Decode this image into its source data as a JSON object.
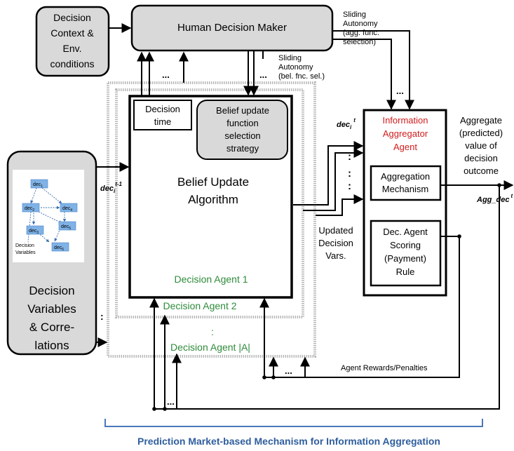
{
  "boxes": {
    "context": [
      "Decision",
      "Context &",
      "Env.",
      "conditions"
    ],
    "human": "Human Decision Maker",
    "decision_time": [
      "Decision",
      "time"
    ],
    "belief_strategy": [
      "Belief update",
      "function",
      "selection",
      "strategy"
    ],
    "belief_algorithm": [
      "Belief Update",
      "Algorithm"
    ],
    "decision_vars": [
      "Decision",
      "Variables",
      "& Corre-",
      "lations"
    ],
    "info_agg": [
      "Information",
      "Aggregator",
      "Agent"
    ],
    "agg_mech": [
      "Aggregation",
      "Mechanism"
    ],
    "scoring": [
      "Dec. Agent",
      "Scoring",
      "(Payment)",
      "Rule"
    ]
  },
  "agents": {
    "agent1": "Decision Agent 1",
    "agent2": "Decision Agent 2",
    "colon": ":",
    "agentA": "Decision Agent |A|"
  },
  "labels": {
    "sliding_agg": [
      "Sliding",
      "Autonomy",
      "(agg. func.",
      "selection)"
    ],
    "sliding_bel": [
      "Sliding",
      "Autonomy",
      "(bel. fnc. sel.)"
    ],
    "dec_in_base": "dec",
    "dec_in_sub": "i",
    "dec_in_sup": "t-1",
    "dec_out_base": "dec",
    "dec_out_sub": "i",
    "dec_out_sup": "t",
    "updated_vars": [
      "Updated",
      "Decision",
      "Vars."
    ],
    "aggregate_value": [
      "Aggregate",
      "(predicted)",
      "value of",
      "decision",
      "outcome"
    ],
    "agg_dec_base": "Agg_dec",
    "agg_dec_sup": "t",
    "rewards": "Agent Rewards/Penalties",
    "ellipsis": "...",
    "vdots": ":",
    "caption": "Prediction Market-based Mechanism for Information Aggregation"
  },
  "thumbnail": {
    "nodes": [
      "dec1",
      "dec2",
      "dec3",
      "dec4",
      "dec5",
      "dec6"
    ],
    "node_base": "dec",
    "node_subs": [
      "1",
      "2",
      "3",
      "4",
      "5",
      "6"
    ],
    "label": [
      "Decision",
      "Variables"
    ]
  },
  "colors": {
    "agent_green": "#2e8b3a",
    "info_red": "#d01c1c",
    "caption_blue": "#2f5e9e",
    "box_gray": "#d9d9d9",
    "bracket_blue": "#4a78b8"
  }
}
